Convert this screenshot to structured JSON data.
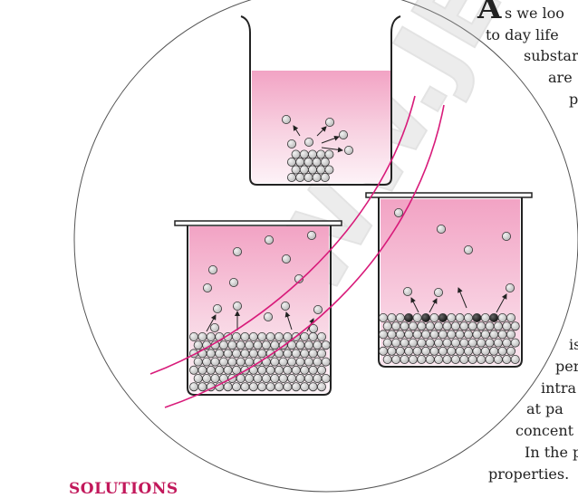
{
  "watermark": "WWW.JE",
  "heading": "SOLUTIONS",
  "drop_cap": "A",
  "text_lines_right_top": [
    "s we loo",
    "to day life",
    "substar",
    "are",
    "p"
  ],
  "text_lines_right_bottom": [
    "is",
    "per",
    "intra",
    "at pa",
    "concent",
    "In the p",
    "properties."
  ],
  "colors": {
    "solution_pink": "#f3a8c7",
    "curve_magenta": "#d81b7a",
    "heading_color": "#c2185b"
  }
}
